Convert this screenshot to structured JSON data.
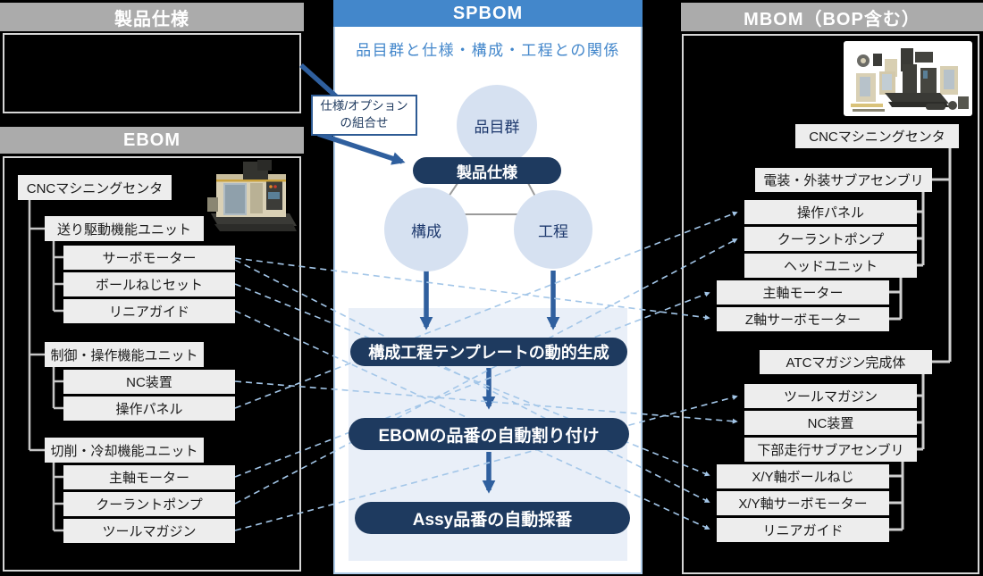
{
  "product_spec_panel": {
    "title": "製品仕様"
  },
  "ebom_panel": {
    "title": "EBOM",
    "root": "CNCマシニングセンタ",
    "units": [
      {
        "label": "送り駆動機能ユニット",
        "children": [
          "サーボモーター",
          "ボールねじセット",
          "リニアガイド"
        ]
      },
      {
        "label": "制御・操作機能ユニット",
        "children": [
          "NC装置",
          "操作パネル"
        ]
      },
      {
        "label": "切削・冷却機能ユニット",
        "children": [
          "主軸モーター",
          "クーラントポンプ",
          "ツールマガジン"
        ]
      }
    ],
    "photo": "cnc-machining-center-photo"
  },
  "spbom_panel": {
    "title": "SPBOM",
    "subtitle": "品目群と仕様・構成・工程との関係",
    "nodes": {
      "item_group": "品目群",
      "product_spec": "製品仕様",
      "structure": "構成",
      "process": "工程"
    },
    "callout": {
      "line1": "仕様/オプション",
      "line2": "の組合せ"
    },
    "steps": [
      "構成工程テンプレートの動的生成",
      "EBOMの品番の自動割り付け",
      "Assy品番の自動採番"
    ]
  },
  "mbom_panel": {
    "title": "MBOM（BOP含む）",
    "root": "CNCマシニングセンタ",
    "assemblies": [
      {
        "label": "電装・外装サブアセンブリ",
        "children": [
          {
            "label": "操作パネル"
          },
          {
            "label": "クーラントポンプ"
          },
          {
            "label": "ヘッドユニット",
            "children": [
              {
                "label": "主軸モーター"
              },
              {
                "label": "Z軸サーボモーター"
              }
            ]
          }
        ]
      },
      {
        "label": "ATCマガジン完成体",
        "children": [
          {
            "label": "ツールマガジン"
          },
          {
            "label": "NC装置"
          },
          {
            "label": "下部走行サブアセンブリ",
            "children": [
              {
                "label": "X/Y軸ボールねじ"
              },
              {
                "label": "X/Y軸サーボモーター"
              },
              {
                "label": "リニアガイド"
              }
            ]
          }
        ]
      }
    ],
    "photo": "exploded-view-illustration"
  },
  "links": [
    {
      "from": "サーボモーター",
      "to": "Z軸サーボモーター"
    },
    {
      "from": "サーボモーター",
      "to": "X/Y軸サーボモーター"
    },
    {
      "from": "ボールねじセット",
      "to": "X/Y軸ボールねじ"
    },
    {
      "from": "リニアガイド",
      "to": "リニアガイド"
    },
    {
      "from": "NC装置",
      "to": "NC装置"
    },
    {
      "from": "操作パネル",
      "to": "操作パネル"
    },
    {
      "from": "主軸モーター",
      "to": "主軸モーター"
    },
    {
      "from": "クーラントポンプ",
      "to": "クーラントポンプ"
    },
    {
      "from": "ツールマガジン",
      "to": "ツールマガジン"
    }
  ],
  "colors": {
    "accent_blue": "#4387cb",
    "navy": "#1e3a5f",
    "arrow_blue": "#2f5f9e",
    "link_blue": "#a3c6e8",
    "header_gray": "#ababab",
    "box_gray": "#ededed"
  }
}
